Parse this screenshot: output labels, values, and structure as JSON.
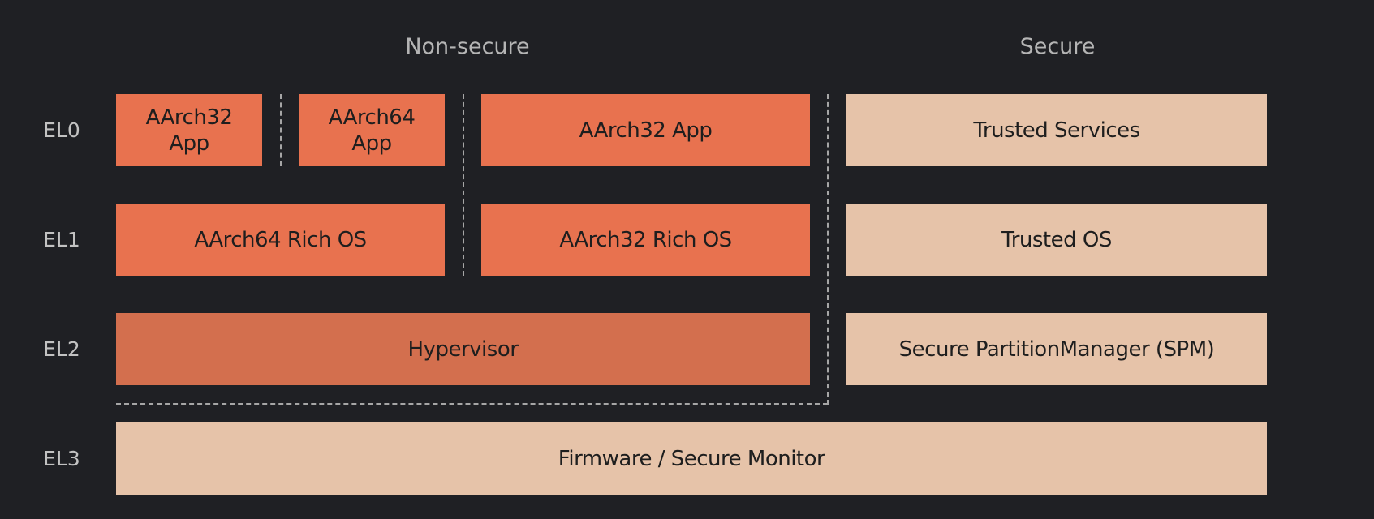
{
  "headings": {
    "non_secure": "Non-secure",
    "secure": "Secure"
  },
  "levels": [
    "EL0",
    "EL1",
    "EL2",
    "EL3"
  ],
  "blocks": {
    "el0_aarch32_app_small": "AArch32\nApp",
    "el0_aarch64_app": "AArch64\nApp",
    "el0_aarch32_app": "AArch32 App",
    "el0_trusted_services": "Trusted Services",
    "el1_aarch64_rich_os": "AArch64 Rich OS",
    "el1_aarch32_rich_os": "AArch32 Rich OS",
    "el1_trusted_os": "Trusted OS",
    "el2_hypervisor": "Hypervisor",
    "el2_spm": "Secure PartitionManager (SPM)",
    "el3_firmware": "Firmware / Secure Monitor"
  },
  "colors": {
    "background": "#1f2024",
    "non_secure_block": "#e8724f",
    "hypervisor_block": "#d36f4e",
    "secure_block": "#e6c3a9",
    "dashed_line": "#a6a6a6",
    "label_text": "#c2c2c2"
  }
}
